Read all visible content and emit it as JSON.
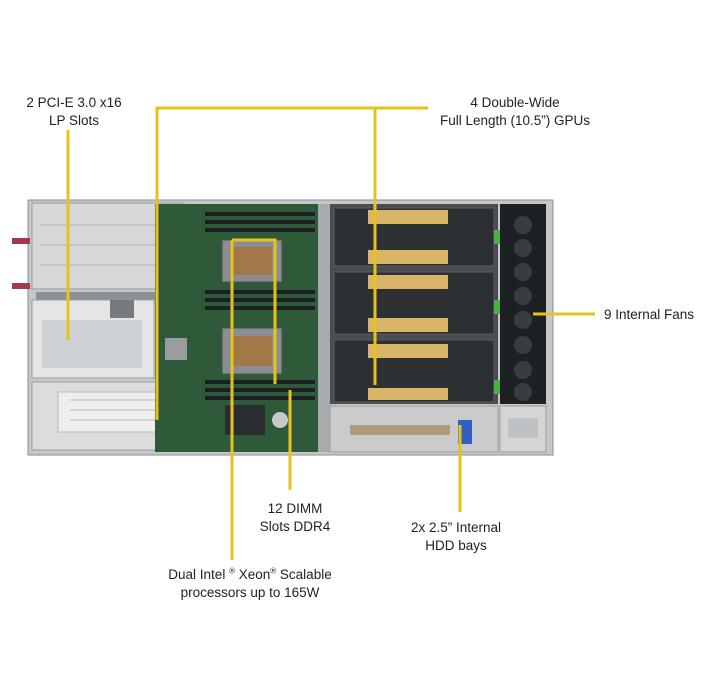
{
  "callouts": {
    "pcie": {
      "line1": "2 PCI-E 3.0 x16",
      "line2": "LP Slots"
    },
    "gpus": {
      "line1": "4 Double-Wide",
      "line2": "Full Length (10.5”) GPUs"
    },
    "fans": {
      "line1": "9 Internal  Fans"
    },
    "dimm": {
      "line1": "12 DIMM",
      "line2": "Slots DDR4"
    },
    "hdd": {
      "line1": "2x 2.5” Internal",
      "line2": "HDD bays"
    },
    "cpu": {
      "line1a": "Dual Intel ",
      "sup1": "®",
      "line1b": " Xeon",
      "sup2": "®",
      "line1c": " Scalable",
      "line2": "processors up to 165W"
    }
  },
  "colors": {
    "callout_line": "#e7c21c",
    "chassis": "#b9bcbf",
    "chassis_dark": "#3a3d40",
    "board": "#2f5a3a",
    "gpu_gold": "#d9b56a"
  }
}
